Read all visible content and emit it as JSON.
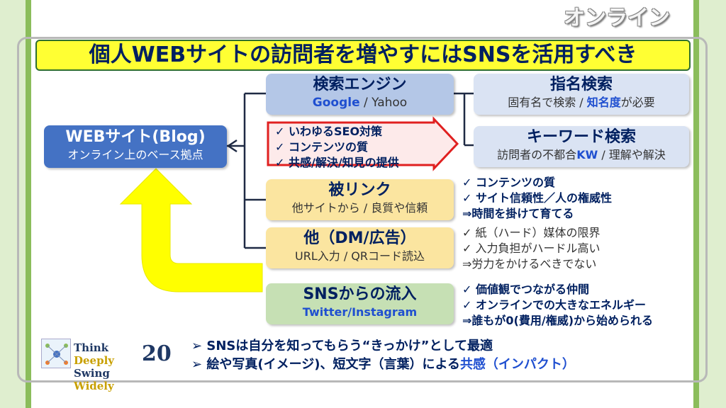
{
  "tag": "オンライン",
  "title": "個人WEBサイトの訪問者を増やすにはSNSを活用すべき",
  "website": {
    "main": "WEBサイト(Blog)",
    "sub": "オンライン上のベース拠点"
  },
  "search": {
    "main": "検索エンジン",
    "google": "Google",
    "rest": " / Yahoo"
  },
  "seo": {
    "check": "✓",
    "items": [
      "いわゆるSEO対策",
      "コンテンツの質",
      "共感/解決/知見の提供"
    ]
  },
  "named": {
    "main": "指名検索",
    "sub_a": "固有名で検索 / ",
    "sub_b": "知名度",
    "sub_c": "が必要"
  },
  "keyword": {
    "main": "キーワード検索",
    "sub_a": "訪問者の不都合",
    "sub_b": "KW",
    "sub_c": " / 理解や解決"
  },
  "backlink": {
    "main": "被リンク",
    "sub": "他サイトから / 良質や信頼",
    "notes": [
      "✓ コンテンツの質",
      "✓ サイト信頼性／人の権威性",
      "⇒時間を掛けて育てる"
    ]
  },
  "other": {
    "main": "他（DM/広告）",
    "sub": "URL入力 / QRコード読込",
    "notes": [
      "✓ 紙（ハード）媒体の限界",
      "✓ 入力負担がハードル高い",
      "⇒労力をかけるべきでない"
    ]
  },
  "sns": {
    "main": "SNSからの流入",
    "sub": "Twitter/Instagram",
    "notes": [
      "✓ 価値観でつながる仲間",
      "✓ オンラインでの大きなエネルギー",
      "⇒誰もが0(費用/権威)から始められる"
    ]
  },
  "bottom": {
    "marker": "➢",
    "line1": "SNSは自分を知ってもらう“きっかけ”として最適",
    "line2_a": "絵や写真(イメージ)、短文字（言葉）による",
    "line2_b": "共感（インパクト）"
  },
  "logo": {
    "think": "Think ",
    "deeply": "Deeply",
    "swing": "Swing ",
    "widely": "Widely",
    "num": "20"
  },
  "colors": {
    "title_bg": "#ffff33",
    "navy": "#002060",
    "accent_blue": "#1f4fd0",
    "arrow_yellow": "#ffff00",
    "seo_border": "#e02020",
    "green": "#8bbd5b"
  }
}
